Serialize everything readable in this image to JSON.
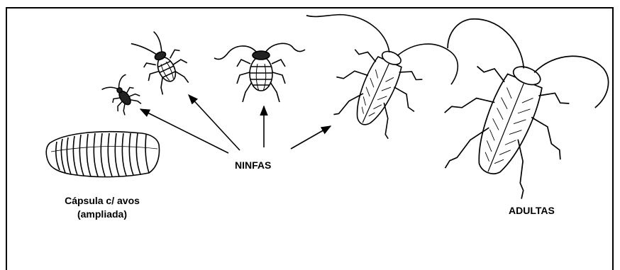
{
  "labels": {
    "ninfas": "NINFAS",
    "capsula_line1": "Cápsula c/ avos",
    "capsula_line2": "(ampliada)",
    "adultas": "ADULTAS"
  },
  "colors": {
    "ink": "#000000",
    "background": "#ffffff"
  },
  "icons": [
    "egg-capsule-icon",
    "nymph-cockroach-icon",
    "adult-cockroach-icon",
    "arrow-icon"
  ]
}
